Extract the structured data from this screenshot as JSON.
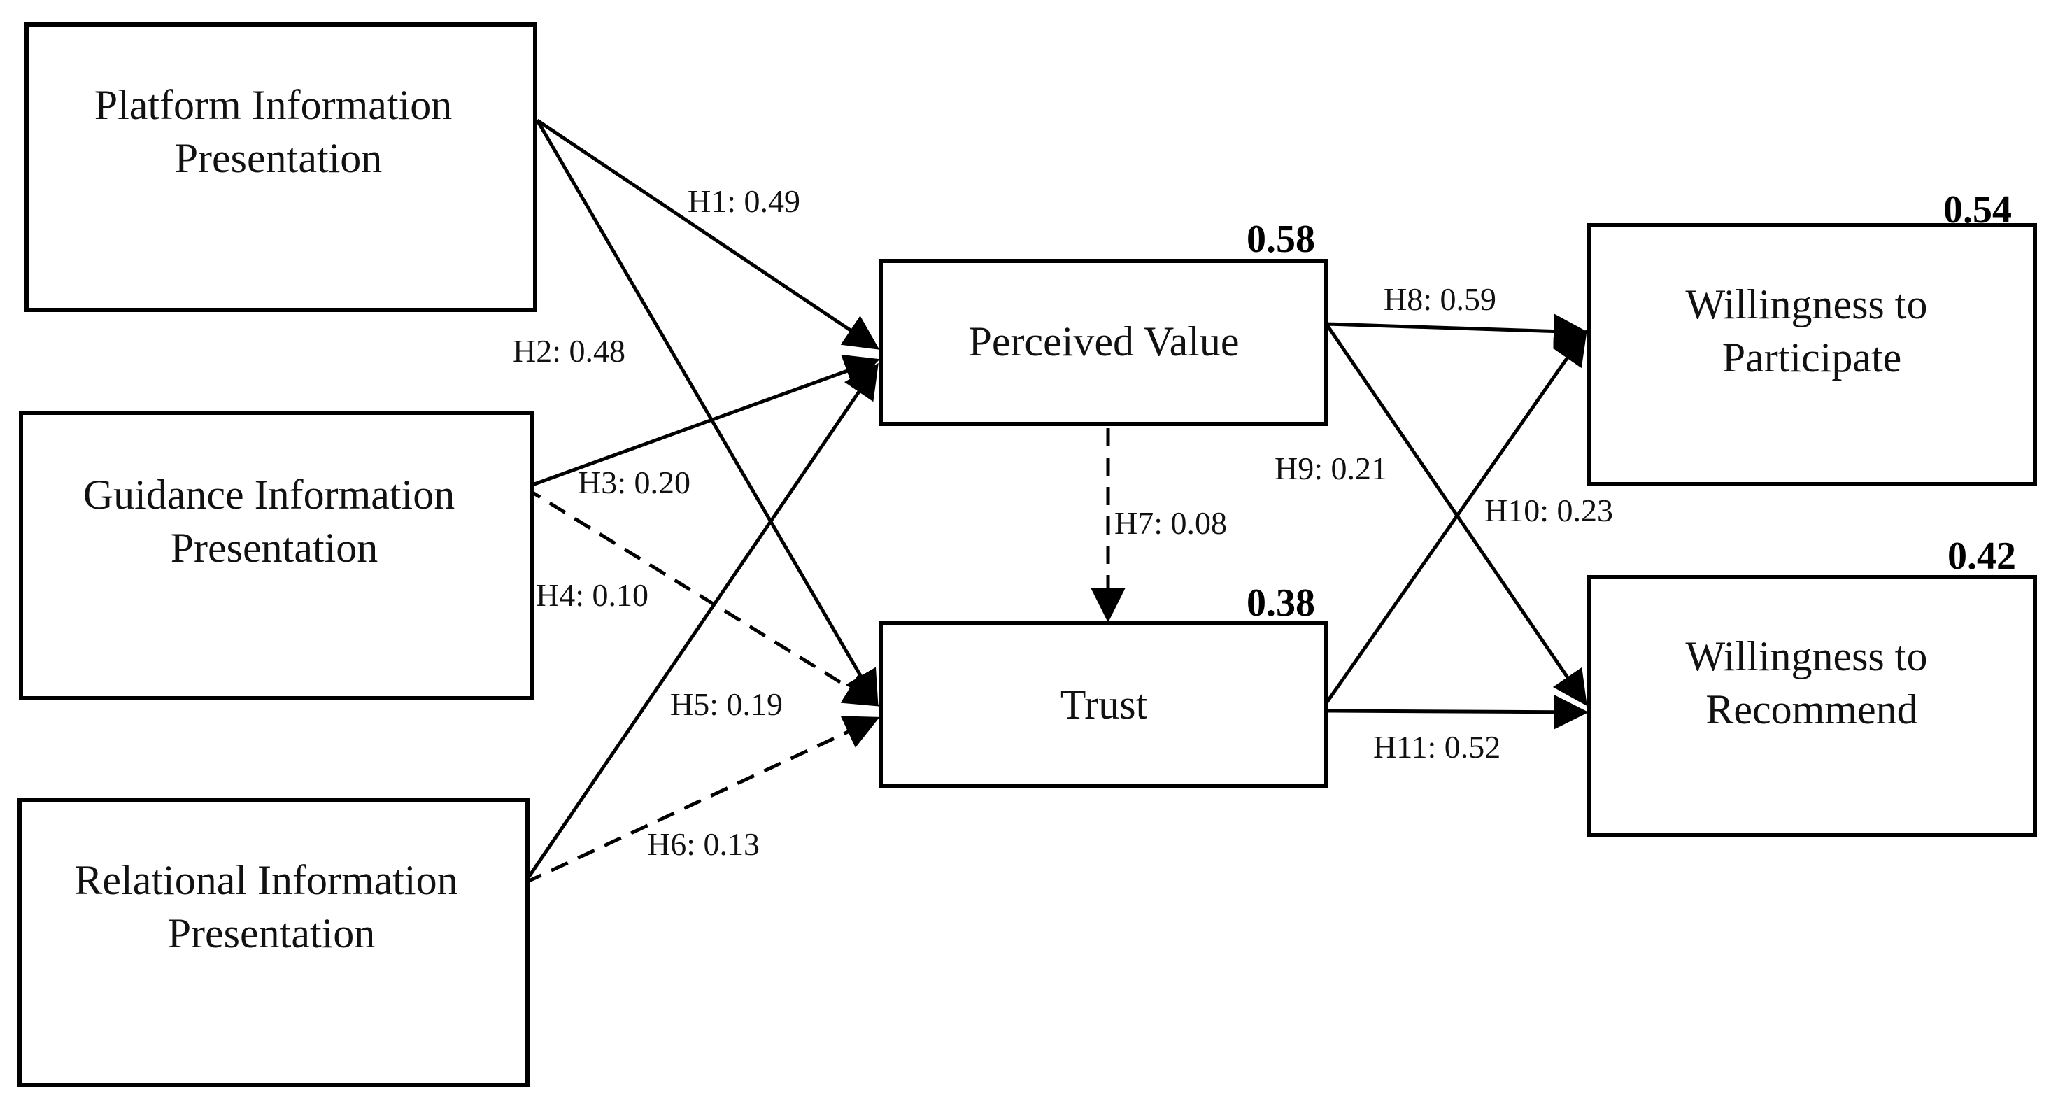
{
  "nodes": {
    "platform": {
      "lines": [
        "Platform Information",
        "Presentation"
      ]
    },
    "guidance": {
      "lines": [
        "Guidance Information",
        "Presentation"
      ]
    },
    "relational": {
      "lines": [
        "Relational Information",
        "Presentation"
      ]
    },
    "perceived_value": {
      "lines": [
        "Perceived Value"
      ],
      "r_squared": "0.58"
    },
    "trust": {
      "lines": [
        "Trust"
      ],
      "r_squared": "0.38"
    },
    "participate": {
      "lines": [
        "Willingness to",
        "Participate"
      ],
      "r_squared": "0.54"
    },
    "recommend": {
      "lines": [
        "Willingness to",
        "Recommend"
      ],
      "r_squared": "0.42"
    }
  },
  "paths": [
    {
      "id": "H1",
      "label": "H1: 0.49",
      "from": "platform",
      "to": "perceived_value",
      "significant": true
    },
    {
      "id": "H2",
      "label": "H2: 0.48",
      "from": "platform",
      "to": "trust",
      "significant": true
    },
    {
      "id": "H3",
      "label": "H3: 0.20",
      "from": "guidance",
      "to": "perceived_value",
      "significant": true
    },
    {
      "id": "H4",
      "label": "H4: 0.10",
      "from": "guidance",
      "to": "trust",
      "significant": false
    },
    {
      "id": "H5",
      "label": "H5: 0.19",
      "from": "relational",
      "to": "perceived_value",
      "significant": true
    },
    {
      "id": "H6",
      "label": "H6: 0.13",
      "from": "relational",
      "to": "trust",
      "significant": false
    },
    {
      "id": "H7",
      "label": "H7: 0.08",
      "from": "perceived_value",
      "to": "trust",
      "significant": false
    },
    {
      "id": "H8",
      "label": "H8: 0.59",
      "from": "perceived_value",
      "to": "participate",
      "significant": true
    },
    {
      "id": "H9",
      "label": "H9: 0.21",
      "from": "perceived_value",
      "to": "recommend",
      "significant": true
    },
    {
      "id": "H10",
      "label": "H10: 0.23",
      "from": "trust",
      "to": "participate",
      "significant": true
    },
    {
      "id": "H11",
      "label": "H11: 0.52",
      "from": "trust",
      "to": "recommend",
      "significant": true
    }
  ]
}
